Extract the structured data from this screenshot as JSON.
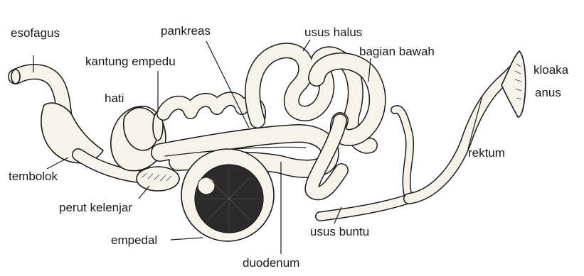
{
  "labels": {
    "esofagus": "esofagus",
    "pankreas": "pankreas",
    "usus_halus": "usus halus",
    "kantung_empedu": "kantung empedu",
    "bagian_bawah": "bagian bawah",
    "kloaka": "kloaka",
    "anus": "anus",
    "hati": "hati",
    "rektum": "rektum",
    "tembolok": "tembolok",
    "perut_kelenjar": "perut kelenjar",
    "usus_buntu": "usus buntu",
    "empedal": "empedal",
    "duodenum": "duodenum"
  },
  "colors": {
    "ink": "#1a1a1a",
    "organ_fill": "#f7f3ea",
    "gizzard_dark": "#2b2b2b"
  }
}
